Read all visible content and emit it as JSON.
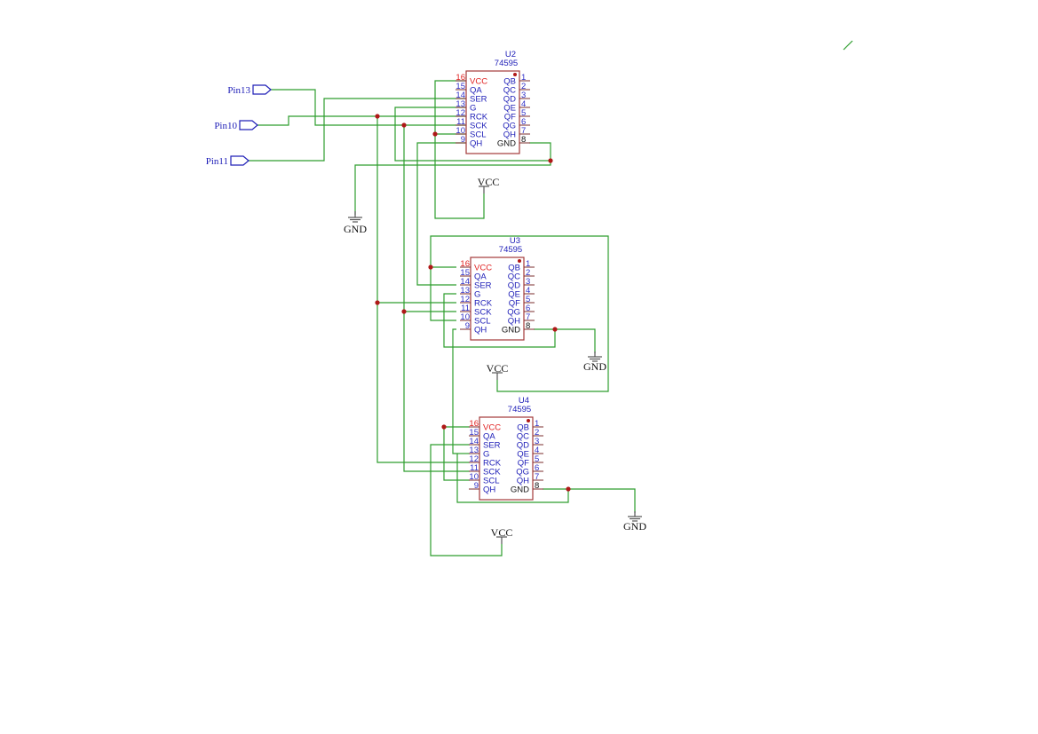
{
  "colors": {
    "wire": "#2e9e2e",
    "component_body": "#a33a3a",
    "pin_text": "#2020b8",
    "vcc_text": "#e02020",
    "junction": "#b01818",
    "background": "#ffffff"
  },
  "ports": [
    {
      "label": "Pin13"
    },
    {
      "label": "Pin10"
    },
    {
      "label": "Pin11"
    }
  ],
  "components": [
    {
      "ref": "U2",
      "value": "74595",
      "left_pins": [
        {
          "num": "16",
          "name": "VCC"
        },
        {
          "num": "15",
          "name": "QA"
        },
        {
          "num": "14",
          "name": "SER"
        },
        {
          "num": "13",
          "name": "G"
        },
        {
          "num": "12",
          "name": "RCK"
        },
        {
          "num": "11",
          "name": "SCK"
        },
        {
          "num": "10",
          "name": "SCL"
        },
        {
          "num": "9",
          "name": "QH"
        }
      ],
      "right_pins": [
        {
          "num": "1",
          "name": "QB"
        },
        {
          "num": "2",
          "name": "QC"
        },
        {
          "num": "3",
          "name": "QD"
        },
        {
          "num": "4",
          "name": "QE"
        },
        {
          "num": "5",
          "name": "QF"
        },
        {
          "num": "6",
          "name": "QG"
        },
        {
          "num": "7",
          "name": "QH"
        },
        {
          "num": "8",
          "name": "GND"
        }
      ]
    },
    {
      "ref": "U3",
      "value": "74595",
      "left_pins": [
        {
          "num": "16",
          "name": "VCC"
        },
        {
          "num": "15",
          "name": "QA"
        },
        {
          "num": "14",
          "name": "SER"
        },
        {
          "num": "13",
          "name": "G"
        },
        {
          "num": "12",
          "name": "RCK"
        },
        {
          "num": "11",
          "name": "SCK"
        },
        {
          "num": "10",
          "name": "SCL"
        },
        {
          "num": "9",
          "name": "QH"
        }
      ],
      "right_pins": [
        {
          "num": "1",
          "name": "QB"
        },
        {
          "num": "2",
          "name": "QC"
        },
        {
          "num": "3",
          "name": "QD"
        },
        {
          "num": "4",
          "name": "QE"
        },
        {
          "num": "5",
          "name": "QF"
        },
        {
          "num": "6",
          "name": "QG"
        },
        {
          "num": "7",
          "name": "QH"
        },
        {
          "num": "8",
          "name": "GND"
        }
      ]
    },
    {
      "ref": "U4",
      "value": "74595",
      "left_pins": [
        {
          "num": "16",
          "name": "VCC"
        },
        {
          "num": "15",
          "name": "QA"
        },
        {
          "num": "14",
          "name": "SER"
        },
        {
          "num": "13",
          "name": "G"
        },
        {
          "num": "12",
          "name": "RCK"
        },
        {
          "num": "11",
          "name": "SCK"
        },
        {
          "num": "10",
          "name": "SCL"
        },
        {
          "num": "9",
          "name": "QH"
        }
      ],
      "right_pins": [
        {
          "num": "1",
          "name": "QB"
        },
        {
          "num": "2",
          "name": "QC"
        },
        {
          "num": "3",
          "name": "QD"
        },
        {
          "num": "4",
          "name": "QE"
        },
        {
          "num": "5",
          "name": "QF"
        },
        {
          "num": "6",
          "name": "QG"
        },
        {
          "num": "7",
          "name": "QH"
        },
        {
          "num": "8",
          "name": "GND"
        }
      ]
    }
  ],
  "power": {
    "vcc_labels": [
      "VCC",
      "VCC",
      "VCC"
    ],
    "gnd_labels": [
      "GND",
      "GND",
      "GND"
    ]
  }
}
